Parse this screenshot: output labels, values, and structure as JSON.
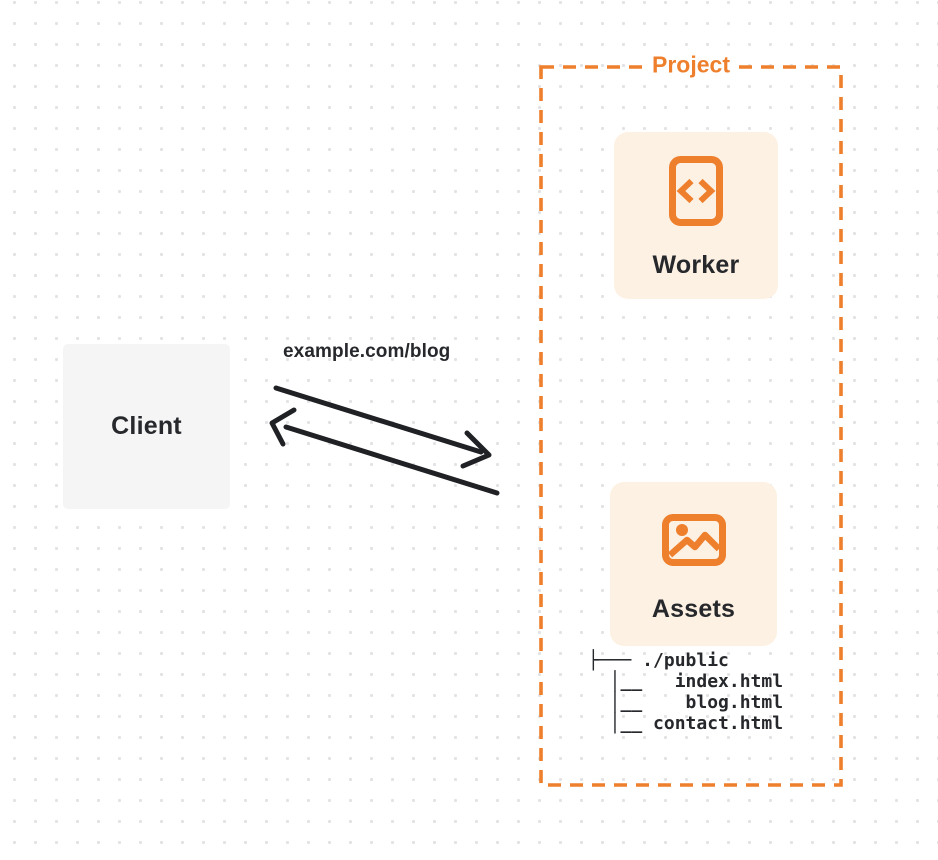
{
  "client": {
    "label": "Client"
  },
  "request": {
    "url_label": "example.com/blog"
  },
  "project": {
    "label": "Project",
    "worker": {
      "label": "Worker",
      "icon": "code-file-icon"
    },
    "assets": {
      "label": "Assets",
      "icon": "picture-icon",
      "file_tree_lines": [
        "├─── ./public",
        "  │__   index.html",
        "  │__    blog.html",
        "  │__ contact.html"
      ]
    }
  },
  "colors": {
    "accent_orange": "#ee7f2d",
    "panel_cream": "#fdf1e3",
    "client_gray": "#f5f5f6",
    "ink": "#26282c",
    "arrow_black": "#202124",
    "dot_grid": "#e3e3e6",
    "background": "#ffffff"
  }
}
